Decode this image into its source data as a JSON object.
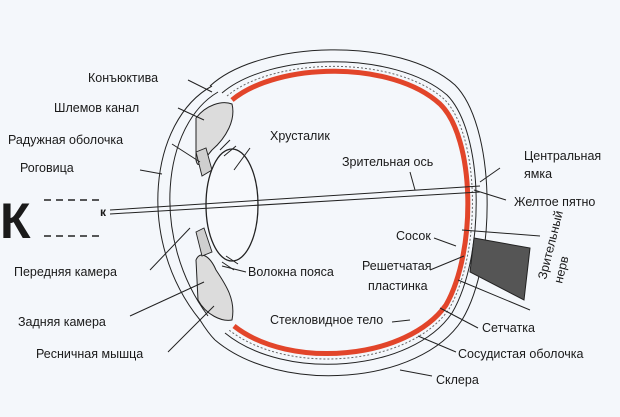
{
  "diagram": {
    "object_letter": "К",
    "image_letter": "к",
    "labels": {
      "conjunctiva": "Конъюктива",
      "schlemm_canal": "Шлемов канал",
      "iris": "Радужная оболочка",
      "cornea": "Роговица",
      "lens": "Хрусталик",
      "visual_axis": "Зрительная ось",
      "central_fovea_1": "Центральная",
      "central_fovea_2": "ямка",
      "macula": "Желтое пятно",
      "optic_disc": "Сосок",
      "cribriform_1": "Решетчатая",
      "cribriform_2": "пластинка",
      "optic_nerve_1": "Зрительный",
      "optic_nerve_2": "нерв",
      "anterior_chamber": "Передняя камера",
      "zonular_fibers": "Волокна пояса",
      "posterior_chamber": "Задняя камера",
      "vitreous_body": "Стекловидное тело",
      "retina": "Сетчатка",
      "choroid": "Сосудистая оболочка",
      "ciliary_muscle": "Ресничная мышца",
      "sclera": "Склера"
    }
  },
  "colors": {
    "retina": "#e2452a",
    "line": "#222222",
    "nerve": "#555555"
  }
}
